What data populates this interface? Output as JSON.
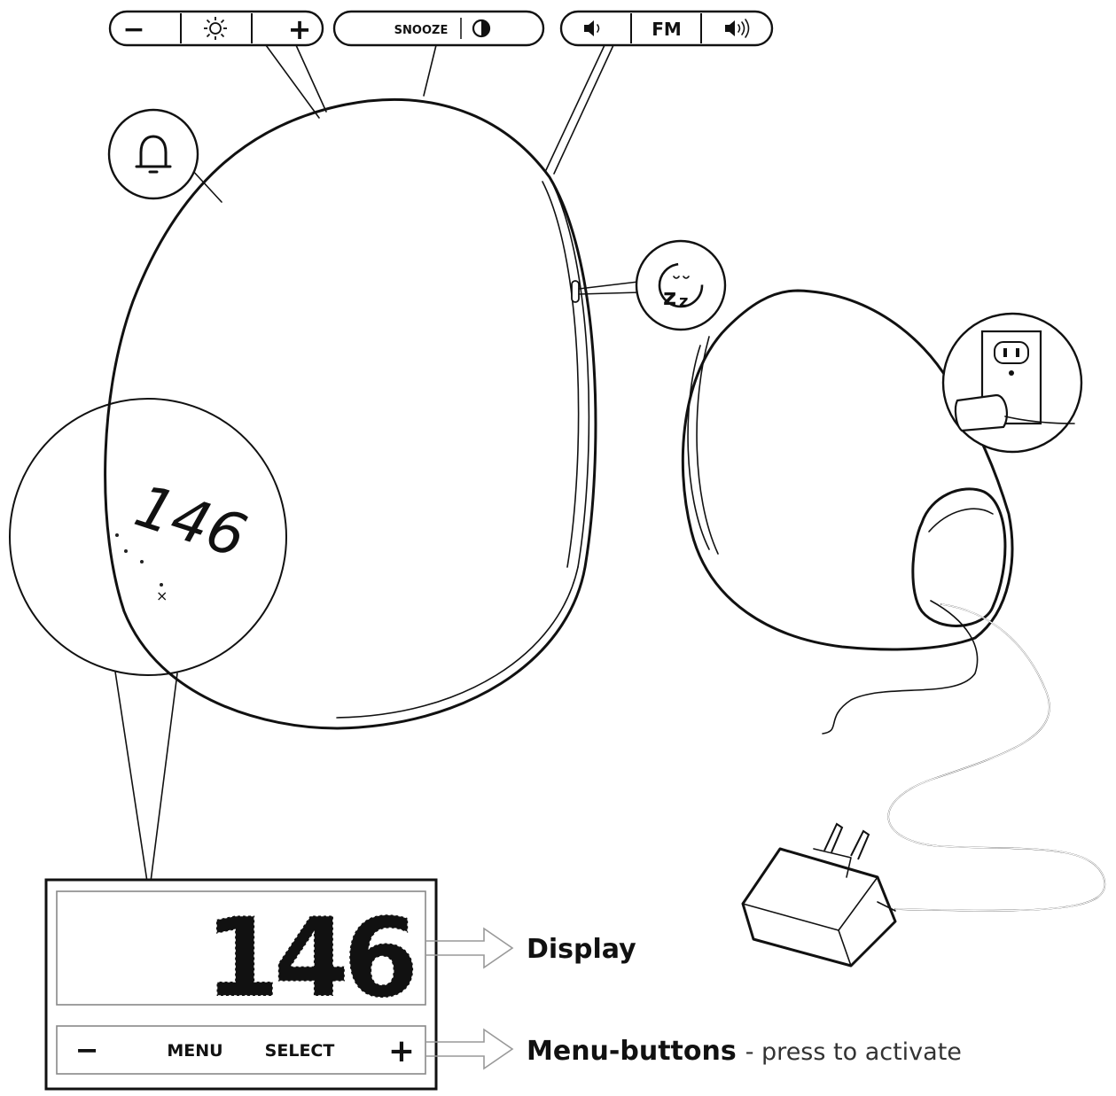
{
  "top_controls": {
    "brightness_group": {
      "minus_label": "−",
      "plus_label": "+"
    },
    "snooze_group": {
      "snooze_label": "SNOOZE"
    },
    "radio_group": {
      "fm_label": "FM"
    }
  },
  "device_display": {
    "time": "146"
  },
  "zoom_panel": {
    "display_time": "146",
    "minus_label": "−",
    "menu_label": "MENU",
    "select_label": "SELECT",
    "plus_label": "+"
  },
  "annotations": {
    "display_title": "Display",
    "menu_buttons_title": "Menu-buttons",
    "menu_buttons_desc": "- press to activate"
  },
  "icons": [
    "minus-icon",
    "brightness-icon",
    "plus-icon",
    "contrast-icon",
    "volume-down-icon",
    "volume-up-icon",
    "alarm-bell-icon",
    "sleep-icon",
    "wall-outlet-icon",
    "power-adapter-icon"
  ]
}
